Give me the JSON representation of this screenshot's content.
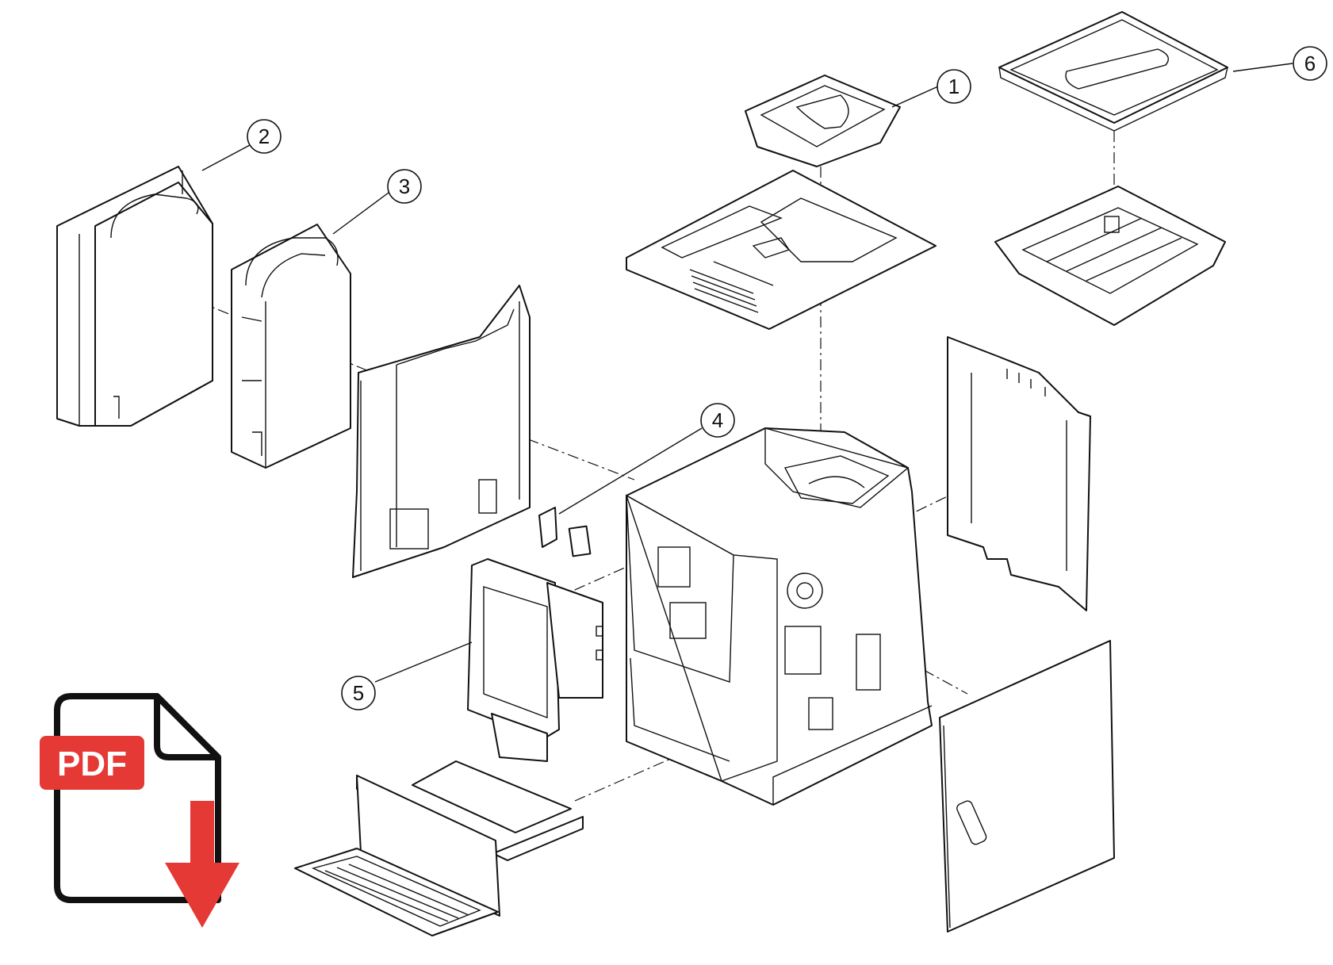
{
  "callouts": [
    {
      "id": "1",
      "label": "1"
    },
    {
      "id": "2",
      "label": "2"
    },
    {
      "id": "3",
      "label": "3"
    },
    {
      "id": "4",
      "label": "4"
    },
    {
      "id": "5",
      "label": "5"
    },
    {
      "id": "6",
      "label": "6"
    }
  ],
  "download": {
    "badge_label": "PDF",
    "icon": "pdf-download-icon",
    "badge_color": "#e53935",
    "arrow_color": "#e53935"
  }
}
